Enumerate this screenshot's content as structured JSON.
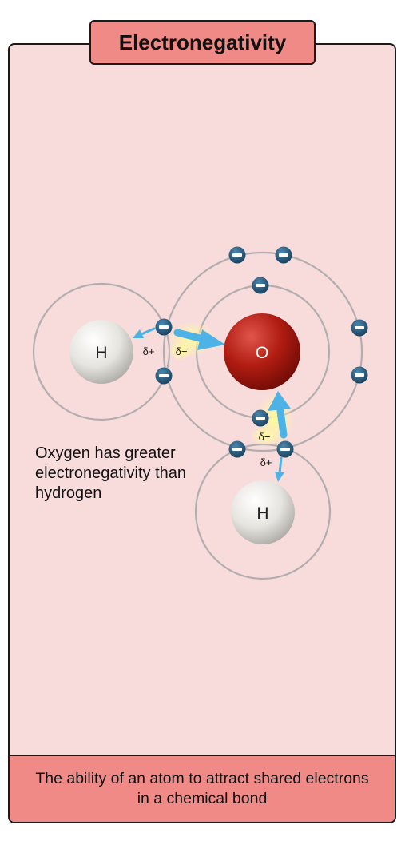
{
  "title": "Electronegativity",
  "definition": "The ability of an atom to attract shared electrons in a chemical bond",
  "note": "Oxygen has greater electronegativity than hydrogen",
  "atoms": {
    "hydrogen_left": "H",
    "hydrogen_bottom": "H",
    "oxygen": "O"
  },
  "charges": {
    "h_left_partial": "δ+",
    "o_left_partial": "δ−",
    "o_bottom_partial": "δ−",
    "h_bottom_partial": "δ+"
  },
  "colors": {
    "panel": "#f8dcdc",
    "header": "#f08a87",
    "arrow": "#4db3e6",
    "electron": "#1f4f6e",
    "oxygen": "#b01c12",
    "hydrogen": "#e6e4df"
  }
}
